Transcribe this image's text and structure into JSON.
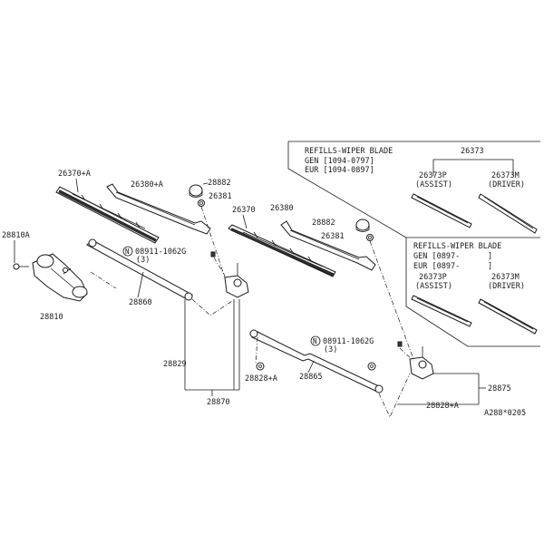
{
  "refill_gen_box": {
    "title": "REFILLS-WIPER BLADE",
    "gen": "GEN [1094-0797]",
    "eur": "EUR [1094-0897]"
  },
  "refill_later_box": {
    "title": "REFILLS-WIPER BLADE",
    "gen": "GEN [0897-",
    "gen_close": "]",
    "eur": "EUR [0897-",
    "eur_close": "]"
  },
  "labels": {
    "p26373": "26373",
    "p26373p_a": "26373P",
    "assist_a": "(ASSIST)",
    "p26373m_a": "26373M",
    "driver_a": "(DRIVER)",
    "p26373p_b": "26373P",
    "assist_b": "(ASSIST)",
    "p26373m_b": "26373M",
    "driver_b": "(DRIVER)",
    "p26370a": "26370+A",
    "p26380a": "26380+A",
    "p28882_a": "28882",
    "p26381_a": "26381",
    "p26370": "26370",
    "p26380": "26380",
    "p28882_b": "28882",
    "p26381_b": "26381",
    "p28810a": "28810A",
    "p28810": "28810",
    "nut_a_code": "08911-1062G",
    "nut_a_qty": "(3)",
    "nut_b_code": "08911-1062G",
    "nut_b_qty": "(3)",
    "n_symbol": "N",
    "p28860": "28860",
    "p28829": "28829",
    "p28828a": "28828+A",
    "p28865": "28865",
    "p28870": "28870",
    "p28875": "28875",
    "p28828a_b": "28828+A",
    "ref_code": "A288*0205"
  }
}
